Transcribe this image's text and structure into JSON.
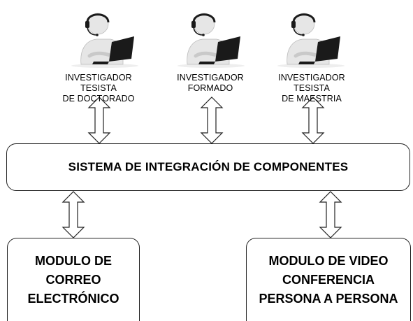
{
  "users": [
    {
      "id": "doctorado",
      "icon": "user-laptop-headset-icon",
      "label_lines": [
        "INVESTIGADOR TESISTA",
        "DE DOCTORADO"
      ]
    },
    {
      "id": "formado",
      "icon": "user-laptop-headset-icon",
      "label_lines": [
        "INVESTIGADOR",
        "FORMADO"
      ]
    },
    {
      "id": "maestria",
      "icon": "user-laptop-headset-icon",
      "label_lines": [
        "INVESTIGADOR TESISTA",
        "DE MAESTRIA"
      ]
    }
  ],
  "integration": {
    "label": "SISTEMA DE INTEGRACIÓN DE COMPONENTES"
  },
  "modules": [
    {
      "id": "email",
      "lines": [
        "MODULO DE",
        "CORREO",
        "ELECTRÓNICO"
      ]
    },
    {
      "id": "video",
      "lines": [
        "MODULO DE VIDEO",
        "CONFERENCIA",
        "PERSONA A PERSONA"
      ]
    }
  ],
  "connectors": [
    {
      "from": "doctorado",
      "to": "integration",
      "type": "double-arrow"
    },
    {
      "from": "formado",
      "to": "integration",
      "type": "double-arrow"
    },
    {
      "from": "maestria",
      "to": "integration",
      "type": "double-arrow"
    },
    {
      "from": "integration",
      "to": "email",
      "type": "double-arrow"
    },
    {
      "from": "integration",
      "to": "video",
      "type": "double-arrow"
    }
  ],
  "colors": {
    "stroke": "#222222",
    "figure": "#e6e6e6",
    "laptop": "#1a1a1a"
  }
}
